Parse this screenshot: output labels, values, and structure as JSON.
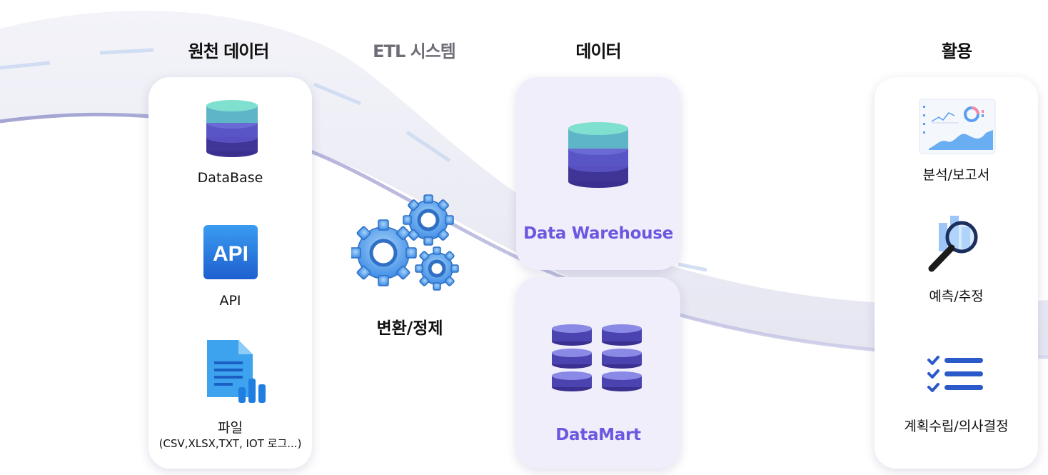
{
  "columns": {
    "source": "원천 데이터",
    "etl": "ETL 시스템",
    "data": "데이터",
    "usage": "활용"
  },
  "source_items": [
    {
      "label": "DataBase",
      "icon": "database-icon"
    },
    {
      "label": "API",
      "icon": "api-icon"
    },
    {
      "label": "파일",
      "sublabel": "(CSV,XLSX,TXT, IOT 로그...)",
      "icon": "file-icon"
    }
  ],
  "etl": {
    "label": "변환/정제",
    "icon": "gears-icon"
  },
  "data_items": [
    {
      "label": "Data Warehouse",
      "icon": "database-icon"
    },
    {
      "label": "DataMart",
      "icon": "database-grid-icon"
    }
  ],
  "usage_items": [
    {
      "label": "분석/보고서",
      "icon": "dashboard-icon"
    },
    {
      "label": "예측/추정",
      "icon": "magnifier-icon"
    },
    {
      "label": "계획수립/의사결정",
      "icon": "checklist-icon"
    }
  ],
  "colors": {
    "accent": "#6b57e0",
    "card_purple": "#efeefa"
  }
}
